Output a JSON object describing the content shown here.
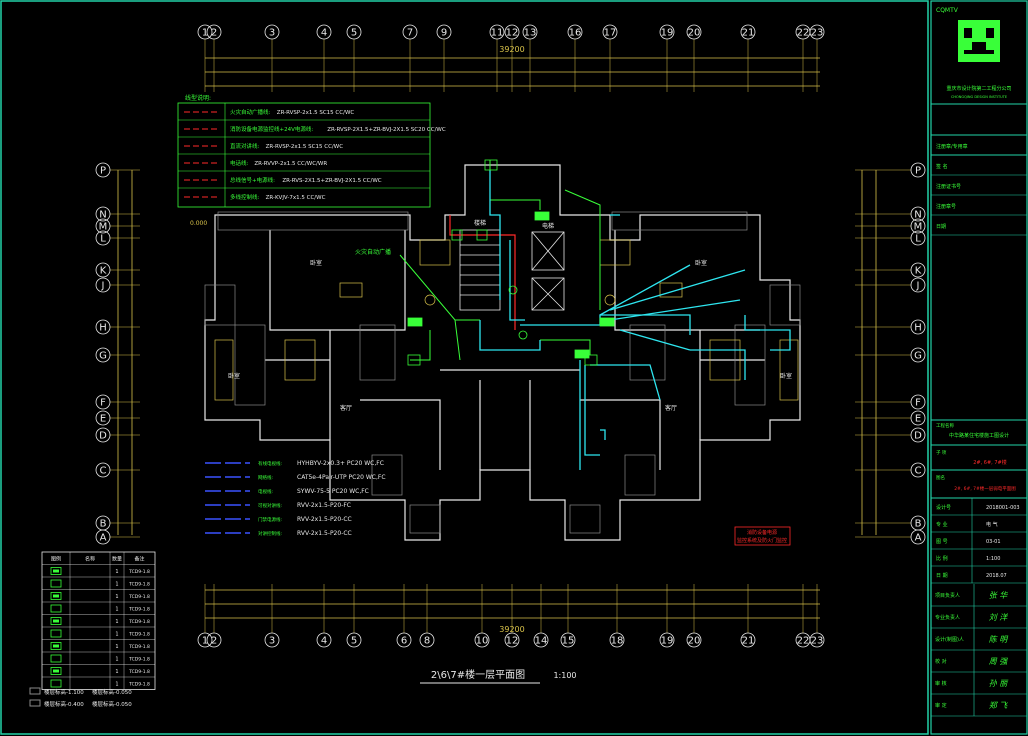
{
  "drawing": {
    "title": "2\\6\\7#楼一层平面图",
    "scale": "1:100",
    "top_dimension_total": "39200",
    "bottom_dimension_total": "39200"
  },
  "axes": {
    "top": [
      "1",
      "2",
      "3",
      "4",
      "5",
      "7",
      "9",
      "11",
      "12",
      "13",
      "16",
      "17",
      "19",
      "20",
      "21",
      "22",
      "23"
    ],
    "bottom": [
      "1",
      "2",
      "3",
      "4",
      "5",
      "6",
      "8",
      "10",
      "12",
      "14",
      "15",
      "18",
      "19",
      "20",
      "21",
      "22",
      "23"
    ],
    "rows": [
      "P",
      "N",
      "M",
      "L",
      "K",
      "J",
      "H",
      "G",
      "F",
      "E",
      "D",
      "C",
      "B",
      "A"
    ]
  },
  "legend_top": {
    "heading": "线型说明:",
    "items": [
      {
        "label": "火灾自动广播线:",
        "spec": "ZR-RVSP-2x1.5 SC15 CC/WC"
      },
      {
        "label": "消防设备电源监控线+24V电源线:",
        "spec": "ZR-RVSP-2X1.5+ZR-BVJ-2X1.5 SC20 CC/WC"
      },
      {
        "label": "直流对讲线:",
        "spec": "ZR-RVSP-2x1.5 SC15 CC/WC"
      },
      {
        "label": "电话线:",
        "spec": "ZR-RVVP-2x1.5 CC/WC/WR"
      },
      {
        "label": "总线信号+电源线:",
        "spec": "ZR-RVS-2X1.5+ZR-BVJ-2X1.5 CC/WC"
      },
      {
        "label": "多线控制线:",
        "spec": "ZR-KVJV-7x1.5 CC/WC"
      }
    ]
  },
  "legend_mid": {
    "items": [
      {
        "label": "有线电视线:",
        "spec": "HYHBYV-2x0.3+ PC20 WC,FC"
      },
      {
        "label": "网络线:",
        "spec": "CAT5e-4Pair-UTP PC20 WC,FC"
      },
      {
        "label": "电视线:",
        "spec": "SYWV-75-5 PC20 WC,FC"
      },
      {
        "label": "可视对讲线:",
        "spec": "RVV-2x1.5-P20-FC"
      },
      {
        "label": "门禁电源线:",
        "spec": "RVV-2x1.5-P20-CC"
      },
      {
        "label": "对讲控制线:",
        "spec": "RVV-2x1.5-P20-CC"
      }
    ]
  },
  "plan_labels": {
    "level_mark": "0.000",
    "broadcast_note": "火灾自动广播",
    "stair_note": "楼梯",
    "elevator_note": "电梯",
    "rooms": [
      "卧室",
      "客厅",
      "卧室",
      "卧室",
      "客厅",
      "卧室"
    ],
    "warning_line1": "消防设备电源",
    "warning_line2": "监控系统及防火门监控"
  },
  "symbol_table": {
    "headers": [
      "图例",
      "名称",
      "数量",
      "备注"
    ],
    "rows": [
      {
        "icon": "speaker-icon",
        "qty": "1",
        "note": "TCD9-1.8"
      },
      {
        "icon": "socket-icon",
        "qty": "1",
        "note": "TCD9-1.8"
      },
      {
        "icon": "tv-outlet-icon",
        "qty": "1",
        "note": "TCD9-1.8"
      },
      {
        "icon": "phone-outlet-icon",
        "qty": "1",
        "note": "TCD9-1.8"
      },
      {
        "icon": "data-outlet-icon",
        "qty": "1",
        "note": "TCD9-1.8"
      },
      {
        "icon": "box-icon",
        "qty": "1",
        "note": "TCD9-1.8"
      },
      {
        "icon": "panel-icon",
        "qty": "1",
        "note": "TCD9-1.8"
      },
      {
        "icon": "detector-icon",
        "qty": "1",
        "note": "TCD9-1.8"
      },
      {
        "icon": "intercom-icon",
        "qty": "1",
        "note": "TCD9-1.8"
      },
      {
        "icon": "monitor-icon",
        "qty": "1",
        "note": "TCD9-1.8"
      }
    ],
    "footnote1": "楼层标高-1.100",
    "footnote2": "楼层标高-0.400",
    "footnote1_b": "楼层标高-0.050",
    "footnote2_b": "楼层标高-0.050"
  },
  "title_block": {
    "brand": "CQMTV",
    "company": "重庆市设计院第二工程分公司",
    "company_en": "CHONGQING DESIGN INSTITUTE",
    "seal_row": "注册章/专用章",
    "rows": [
      {
        "label": "签    名",
        "value": ""
      },
      {
        "label": "注册证书号",
        "value": ""
      },
      {
        "label": "注册章号",
        "value": ""
      },
      {
        "label": "日期",
        "value": ""
      }
    ],
    "project_label": "工程名称",
    "project": "中华路某住宅楼施工图设计",
    "sub_label": "子    项",
    "sub": "2#, 6#, 7#楼",
    "drawing_name_label": "图名",
    "drawing_name": "2#, 6#, 7#楼一层弱电平面图",
    "fields": [
      {
        "label": "设计号",
        "value": "2018001-003"
      },
      {
        "label": "专    业",
        "value": "电    气"
      },
      {
        "label": "图    号",
        "value": "03-01"
      },
      {
        "label": "比    例",
        "value": "1:100"
      },
      {
        "label": "日    期",
        "value": "2018.07"
      }
    ],
    "signers": [
      {
        "label": "项目负责人",
        "sig": "张 华"
      },
      {
        "label": "专业负责人",
        "sig": "刘 洋"
      },
      {
        "label": "设计(制图)人",
        "sig": "陈 明"
      },
      {
        "label": "校    对",
        "sig": "周 强"
      },
      {
        "label": "审    核",
        "sig": "孙 丽"
      },
      {
        "label": "审    定",
        "sig": "郑 飞"
      }
    ]
  },
  "colors": {
    "frame": "#22d3a8",
    "wall": "#e8e8e8",
    "yellow": "#d8c24a",
    "green": "#39ff39",
    "cyan": "#2ee6f0",
    "blue": "#3a52ff",
    "red": "#ff2a2a",
    "magenta": "#ff40d0",
    "hatch": "#8a8a8a"
  }
}
